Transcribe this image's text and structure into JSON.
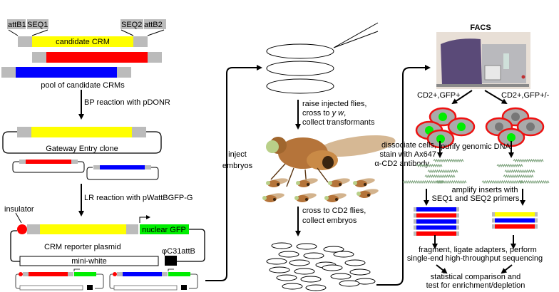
{
  "colors": {
    "yellow": "#ffff00",
    "red": "#ff0000",
    "blue": "#0000ff",
    "green": "#00ee00",
    "gray": "#bbbbbb",
    "black": "#000000",
    "cell_fill": "#aaaaaa",
    "cell_border": "#ee1111",
    "nucleus_off": "#777777",
    "fly": "#b5743a",
    "facs": "#5a4a78"
  },
  "panel1": {
    "labels": {
      "attB1": "attB1",
      "seq1": "SEQ1",
      "seq2": "SEQ2",
      "attB2": "attB2",
      "candidate": "candidate CRM",
      "pool": "pool of candidate CRMs"
    },
    "step_bp": "BP reaction with pDONR",
    "entry_clone": "Gateway Entry clone",
    "step_lr": "LR reaction with pWattBGFP-G",
    "insulator": "insulator",
    "gfp": "nuclear GFP",
    "plasmid": "CRM reporter plasmid",
    "attb": "φC31attB",
    "mini_white": "mini-white"
  },
  "panel2": {
    "inject": [
      "inject",
      "embryos"
    ],
    "raise": [
      "raise injected flies,",
      "cross to y w,",
      "collect transformants"
    ],
    "raise_italic": [
      "y",
      "w"
    ],
    "cross": [
      "cross to CD2 flies,",
      "collect embryos"
    ]
  },
  "panel3": {
    "facs": "FACS",
    "left_gate": "CD2+,GFP+",
    "right_gate": "CD2+,GFP+/-",
    "dissociate": [
      "dissociate cells,",
      "stain with Ax647",
      "α-CD2 antibody"
    ],
    "purify": "purify genomic DNA",
    "amplify": [
      "amplify inserts with",
      "SEQ1 and SEQ2 primers"
    ],
    "fragment": [
      "fragment, ligate adapters, perform",
      "single-end high-throughput sequencing"
    ],
    "stats": [
      "statistical comparison and",
      "test for enrichment/depletion"
    ],
    "left_bands": [
      "blue",
      "red",
      "blue",
      "blue",
      "red"
    ],
    "right_bands": [
      "yellow",
      "blue",
      "red"
    ]
  }
}
